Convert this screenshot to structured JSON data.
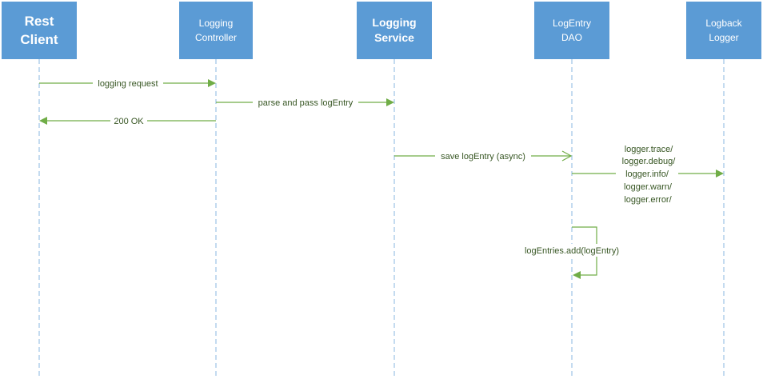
{
  "participants": [
    {
      "id": "rest-client",
      "lines": [
        "Rest",
        "Client"
      ],
      "style": "large"
    },
    {
      "id": "logging-controller",
      "lines": [
        "Logging",
        "Controller"
      ],
      "style": "small"
    },
    {
      "id": "logging-service",
      "lines": [
        "Logging",
        "Service"
      ],
      "style": "medium"
    },
    {
      "id": "logentry-dao",
      "lines": [
        "LogEntry",
        "DAO"
      ],
      "style": "small"
    },
    {
      "id": "logback-logger",
      "lines": [
        "Logback",
        "Logger"
      ],
      "style": "small"
    }
  ],
  "messages": [
    {
      "id": "logging-request",
      "label": "logging request",
      "from": "rest-client",
      "to": "logging-controller",
      "kind": "sync"
    },
    {
      "id": "parse-and-pass",
      "label": "parse and pass logEntry",
      "from": "logging-controller",
      "to": "logging-service",
      "kind": "sync"
    },
    {
      "id": "ok-response",
      "label": "200 OK",
      "from": "logging-controller",
      "to": "rest-client",
      "kind": "sync"
    },
    {
      "id": "save-logentry",
      "label": "save logEntry (async)",
      "from": "logging-service",
      "to": "logentry-dao",
      "kind": "async"
    },
    {
      "id": "logger-call",
      "lines": [
        "logger.trace/",
        "logger.debug/",
        "logger.info/",
        "logger.warn/",
        "logger.error/"
      ],
      "from": "logentry-dao",
      "to": "logback-logger",
      "kind": "sync"
    },
    {
      "id": "self-add",
      "label": "logEntries.add(logEntry)",
      "from": "logentry-dao",
      "to": "logentry-dao",
      "kind": "self"
    }
  ],
  "colors": {
    "box": "#5b9bd5",
    "lifeline": "#9dc3e6",
    "message": "#70ad47",
    "message_text": "#375623"
  }
}
